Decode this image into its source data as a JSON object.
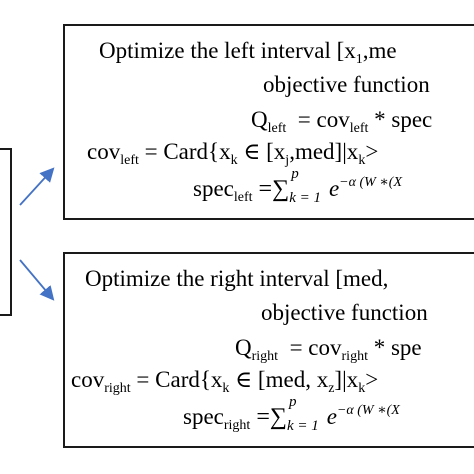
{
  "top_box": {
    "title_line1": "Optimize the left interval [x",
    "title_sub1": "1",
    "title_line1_rest": ",me",
    "title_line2": "objective function",
    "q_label": "Q",
    "q_sub": "left",
    "q_eq": "= cov",
    "q_eq_sub": "left",
    "q_rest": " * spec",
    "cov_label": "cov",
    "cov_sub": "left",
    "cov_rest": " = Card{x",
    "cov_sub_k": "k",
    "cov_in": " ∈ [x",
    "cov_sub_j": "j",
    "cov_tail": ",med]|x",
    "cov_sub_k2": "k",
    "cov_end": ">",
    "spec_label": "spec",
    "spec_sub": "left",
    "spec_eq": " =∑",
    "spec_upper": "p",
    "spec_lower": "k = 1",
    "spec_exp_base": " e",
    "spec_exp": "−α (W ∗(X"
  },
  "bottom_box": {
    "title_line1": "Optimize the right interval [med,",
    "title_line2": "objective function",
    "q_label": "Q",
    "q_sub": "right",
    "q_eq": "= cov",
    "q_eq_sub": "right",
    "q_rest": " * spe",
    "cov_label": "cov",
    "cov_sub": "right",
    "cov_rest": " = Card{x",
    "cov_sub_k": "k",
    "cov_in": " ∈ [med, x",
    "cov_sub_z": "z",
    "cov_tail": "]|x",
    "cov_sub_k2": "k",
    "cov_end": ">",
    "spec_label": "spec",
    "spec_sub": "right",
    "spec_eq": " =∑",
    "spec_upper": "p",
    "spec_lower": "k = 1",
    "spec_exp_base": " e",
    "spec_exp": "−α (W ∗(X"
  },
  "colors": {
    "arrow": "#4472c4",
    "border": "#1a1a1a"
  }
}
